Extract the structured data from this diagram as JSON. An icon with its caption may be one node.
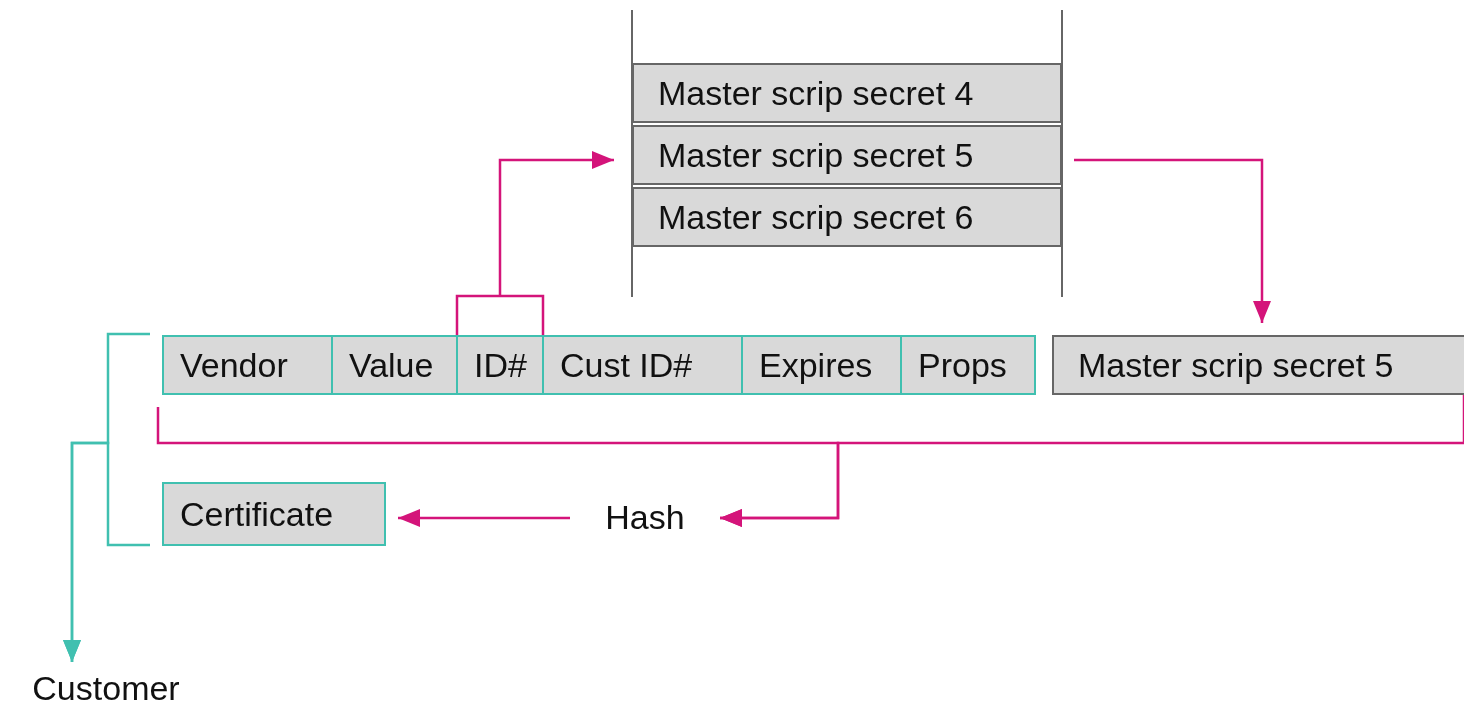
{
  "diagram": {
    "nodes": [
      {
        "text": [
          "Master scrip secret 4"
        ]
      },
      {
        "text": [
          "Master scrip secret 5"
        ]
      },
      {
        "text": [
          "Master scrip secret 6"
        ]
      },
      {
        "text": [
          "Vendor"
        ]
      },
      {
        "text": [
          "Value"
        ]
      },
      {
        "text": [
          "ID#"
        ]
      },
      {
        "text": [
          "Cust ID#"
        ]
      },
      {
        "text": [
          "Expires"
        ]
      },
      {
        "text": [
          "Props"
        ]
      },
      {
        "text": [
          "Master scrip secret 5"
        ]
      },
      {
        "text": [
          "Certificate"
        ]
      },
      {
        "text": [
          "Hash"
        ]
      },
      {
        "text": [
          "Customer"
        ]
      }
    ],
    "edges": [
      {
        "from": 5,
        "to": 1,
        "arrow": "to"
      },
      {
        "from": 1,
        "to": 9,
        "arrow": "to"
      },
      {
        "from": 3,
        "to": 11,
        "arrow": "to"
      },
      {
        "from": 9,
        "to": 11,
        "arrow": "to"
      },
      {
        "from": 11,
        "to": 10,
        "arrow": "to"
      },
      {
        "from": 3,
        "to": 12,
        "arrow": "to",
        "color": "#40c0b0"
      },
      {
        "from": 10,
        "to": 12,
        "arrow": "to",
        "color": "#40c0b0"
      }
    ]
  }
}
